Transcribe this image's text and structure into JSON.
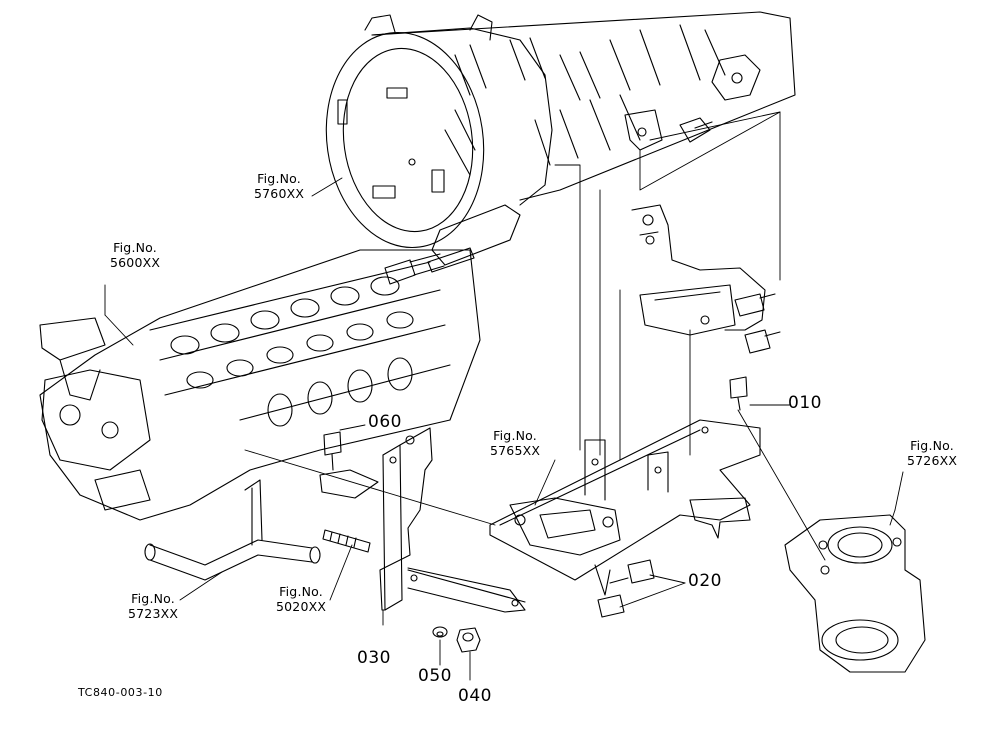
{
  "figure_refs": {
    "fig_5760": {
      "prefix": "Fig.No.",
      "number": "5760XX"
    },
    "fig_5600": {
      "prefix": "Fig.No.",
      "number": "5600XX"
    },
    "fig_5765": {
      "prefix": "Fig.No.",
      "number": "5765XX"
    },
    "fig_5726": {
      "prefix": "Fig.No.",
      "number": "5726XX"
    },
    "fig_5723": {
      "prefix": "Fig.No.",
      "number": "5723XX"
    },
    "fig_5020": {
      "prefix": "Fig.No.",
      "number": "5020XX"
    }
  },
  "parts": {
    "p010": "010",
    "p020": "020",
    "p030": "030",
    "p040": "040",
    "p050": "050",
    "p060": "060"
  },
  "drawing_code": "TC840-003-10"
}
